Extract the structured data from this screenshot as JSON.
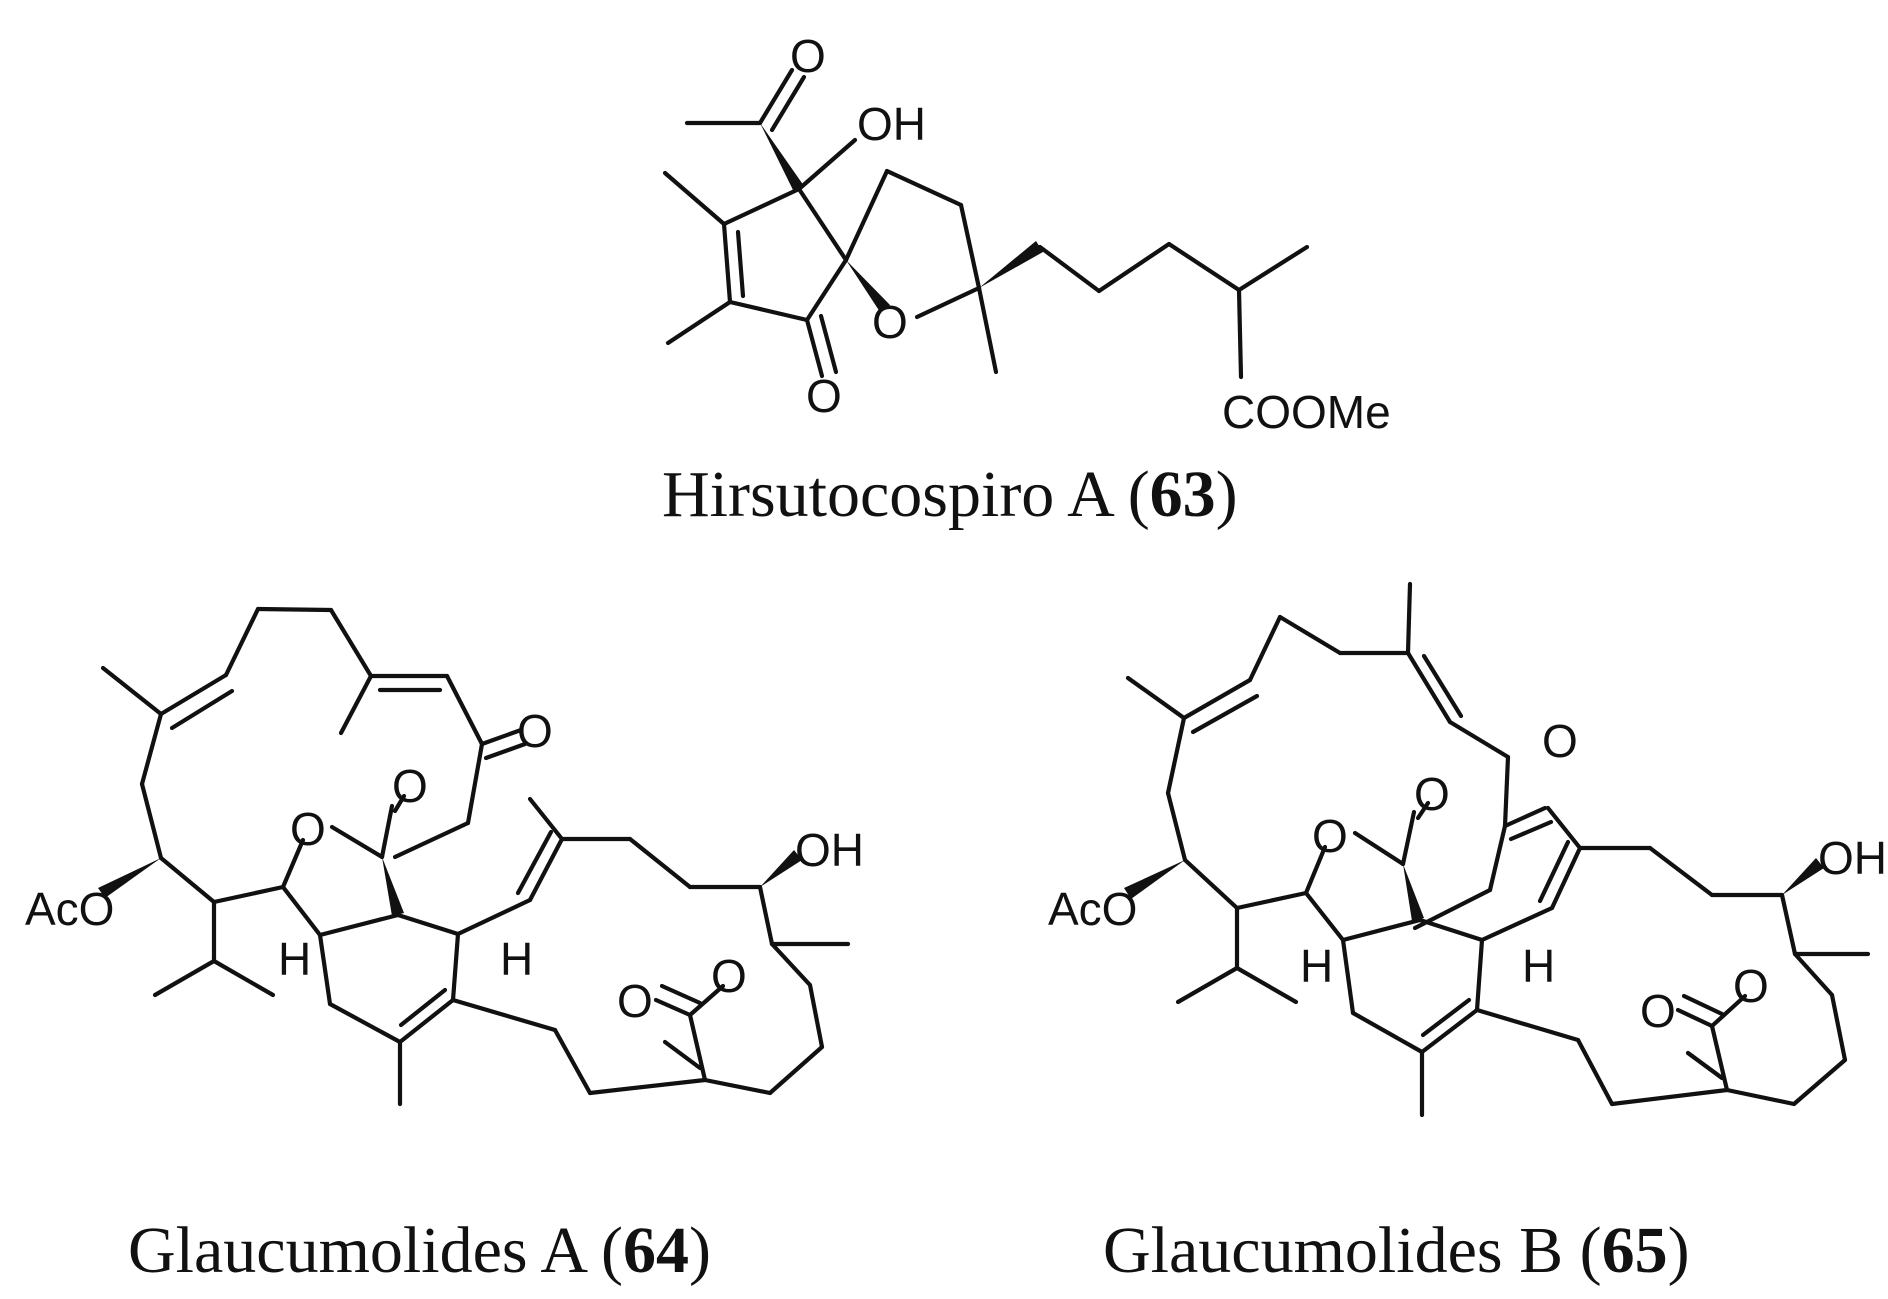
{
  "compounds": [
    {
      "name": "Hirsutocospiro A",
      "number": "63",
      "labels": {
        "carbonyl_top": "O",
        "hydroxyl": "OH",
        "ring_oxygen": "O",
        "ketone": "O",
        "ester": "COOMe"
      }
    },
    {
      "name": "Glaucumolides A",
      "number": "64",
      "labels": {
        "acetoxy": "AcO",
        "ketone": "O",
        "lactone_o": "O",
        "lactone_co": "O",
        "hydroxyl": "OH",
        "h_left": "H",
        "h_right": "H",
        "lactone2_co": "O",
        "lactone2_o": "O"
      }
    },
    {
      "name": "Glaucumolides B",
      "number": "65",
      "labels": {
        "acetoxy": "AcO",
        "ketone": "O",
        "lactone_o": "O",
        "lactone_co": "O",
        "hydroxyl": "OH",
        "h_left": "H",
        "h_right": "H",
        "lactone2_co": "O",
        "lactone2_o": "O"
      }
    }
  ]
}
